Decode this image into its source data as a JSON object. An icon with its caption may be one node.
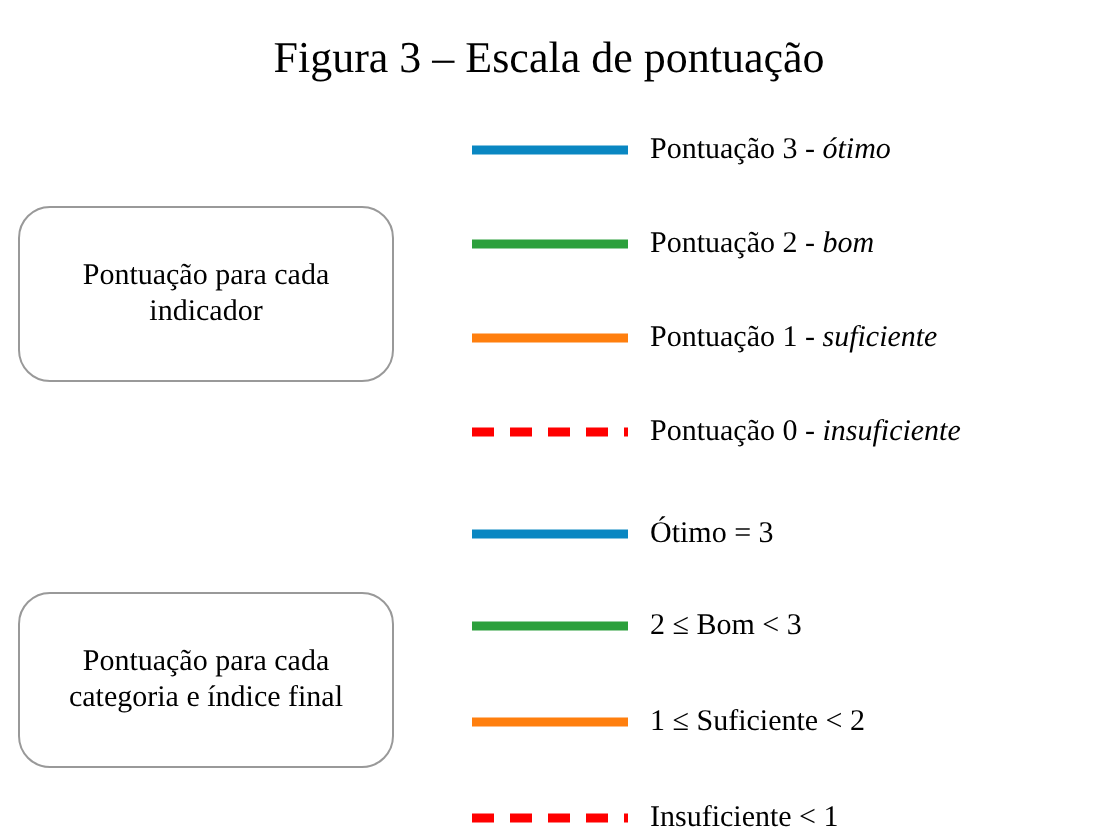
{
  "diagram": {
    "title": "Figura 3 – Escala de pontuação",
    "nodes": [
      {
        "text": [
          "Pontuação para cada indicador"
        ]
      },
      {
        "text": [
          "Pontuação para cada categoria e índice final"
        ]
      }
    ],
    "legend": [
      {
        "text": "Pontuação 3 - *ótimo*",
        "color": "#0a87c2"
      },
      {
        "text": "Pontuação 2 - *bom*",
        "color": "#2ca03c"
      },
      {
        "text": "Pontuação 1 - *suficiente*",
        "color": "#ff7f0e"
      },
      {
        "text": "Pontuação 0 - *insuficiente*",
        "color": "#ff0000"
      },
      {
        "text": "Ótimo = 3",
        "color": "#0a87c2"
      },
      {
        "text": "2 ≤ Bom < 3",
        "color": "#2ca03c"
      },
      {
        "text": "1 ≤ Suficiente < 2",
        "color": "#ff7f0e"
      },
      {
        "text": "Insuficiente < 1",
        "color": "#ff0000"
      }
    ]
  }
}
